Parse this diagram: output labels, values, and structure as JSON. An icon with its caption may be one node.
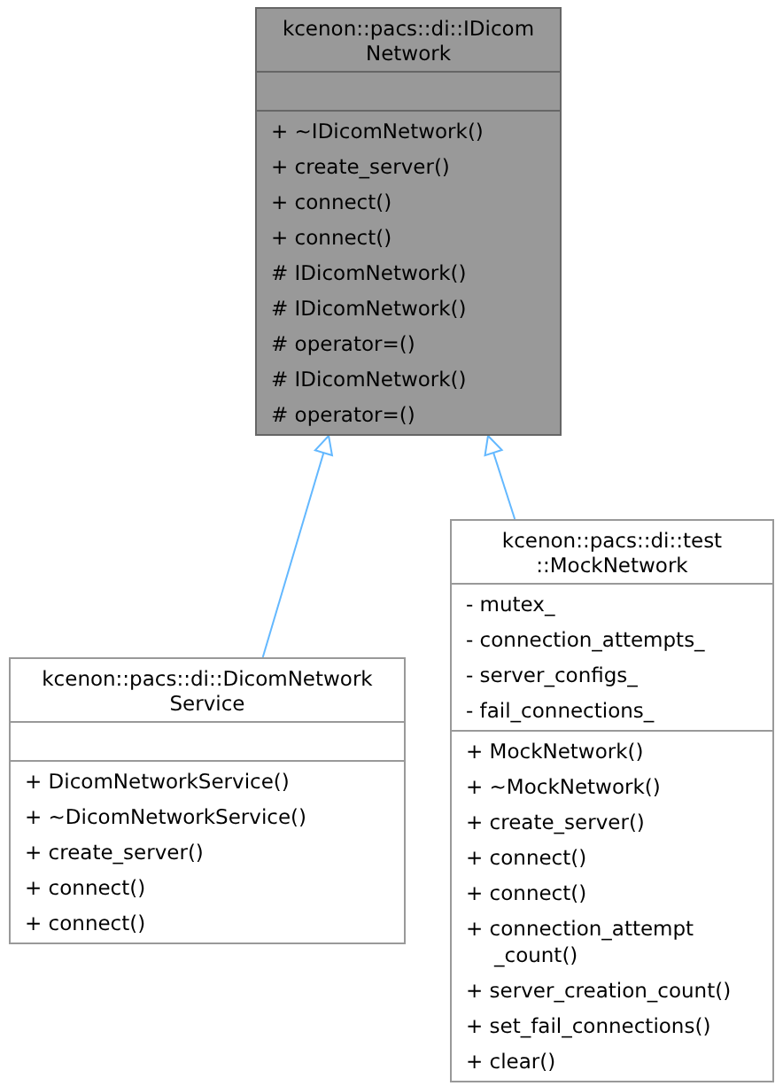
{
  "diagram": {
    "nodes": [
      {
        "text": [
          "kcenon::pacs::di::IDicom Network",
          "+ ~IDicomNetwork()",
          "+ create_server()",
          "+ connect()",
          "+ connect()",
          "# IDicomNetwork()",
          "# IDicomNetwork()",
          "# operator=()",
          "# IDicomNetwork()",
          "# operator=()"
        ]
      },
      {
        "text": [
          "kcenon::pacs::di::DicomNetwork Service",
          "+ DicomNetworkService()",
          "+ ~DicomNetworkService()",
          "+ create_server()",
          "+ connect()",
          "+ connect()"
        ]
      },
      {
        "text": [
          "kcenon::pacs::di::test ::MockNetwork",
          "- mutex_",
          "- connection_attempts_",
          "- server_configs_",
          "- fail_connections_",
          "+ MockNetwork()",
          "+ ~MockNetwork()",
          "+ create_server()",
          "+ connect()",
          "+ connect()",
          "+ connection_attempt _count()",
          "+ server_creation_count()",
          "+ set_fail_connections()",
          "+ clear()"
        ]
      }
    ],
    "edges": [
      {
        "from": 1,
        "to": 0,
        "arrow": "to"
      },
      {
        "from": 2,
        "to": 0,
        "arrow": "to"
      }
    ]
  }
}
